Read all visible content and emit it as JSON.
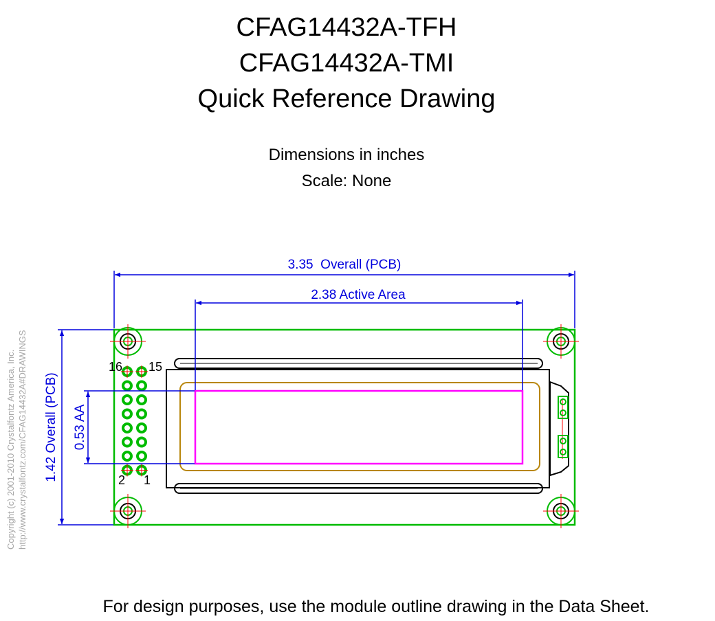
{
  "header": {
    "title_lines": [
      "CFAG14432A-TFH",
      "CFAG14432A-TMI",
      "Quick Reference Drawing"
    ],
    "units": "Dimensions in inches",
    "scale": "Scale: None"
  },
  "copyright": {
    "line1": "Copyright (c) 2001-2010 Crystalfontz America, Inc.",
    "line2": "http://www.crystalfontz.com/CFAG14432A#DRAWINGS"
  },
  "dimensions": {
    "overall_width": "3.35  Overall (PCB)",
    "active_width": "2.38 Active Area",
    "overall_height": "1.42 Overall (PCB)",
    "active_height": "0.53 AA"
  },
  "pins": {
    "top_left": "16",
    "top_right": "15",
    "bottom_left": "2",
    "bottom_right": "1"
  },
  "footer": "For design purposes, use the module outline drawing in the Data Sheet.",
  "colors": {
    "pcb": "#00bb00",
    "dimension": "#0000dd",
    "active_area": "#ff00ff",
    "viewing_area": "#b8860b",
    "centerline": "#ff0000",
    "outline": "#000000"
  }
}
